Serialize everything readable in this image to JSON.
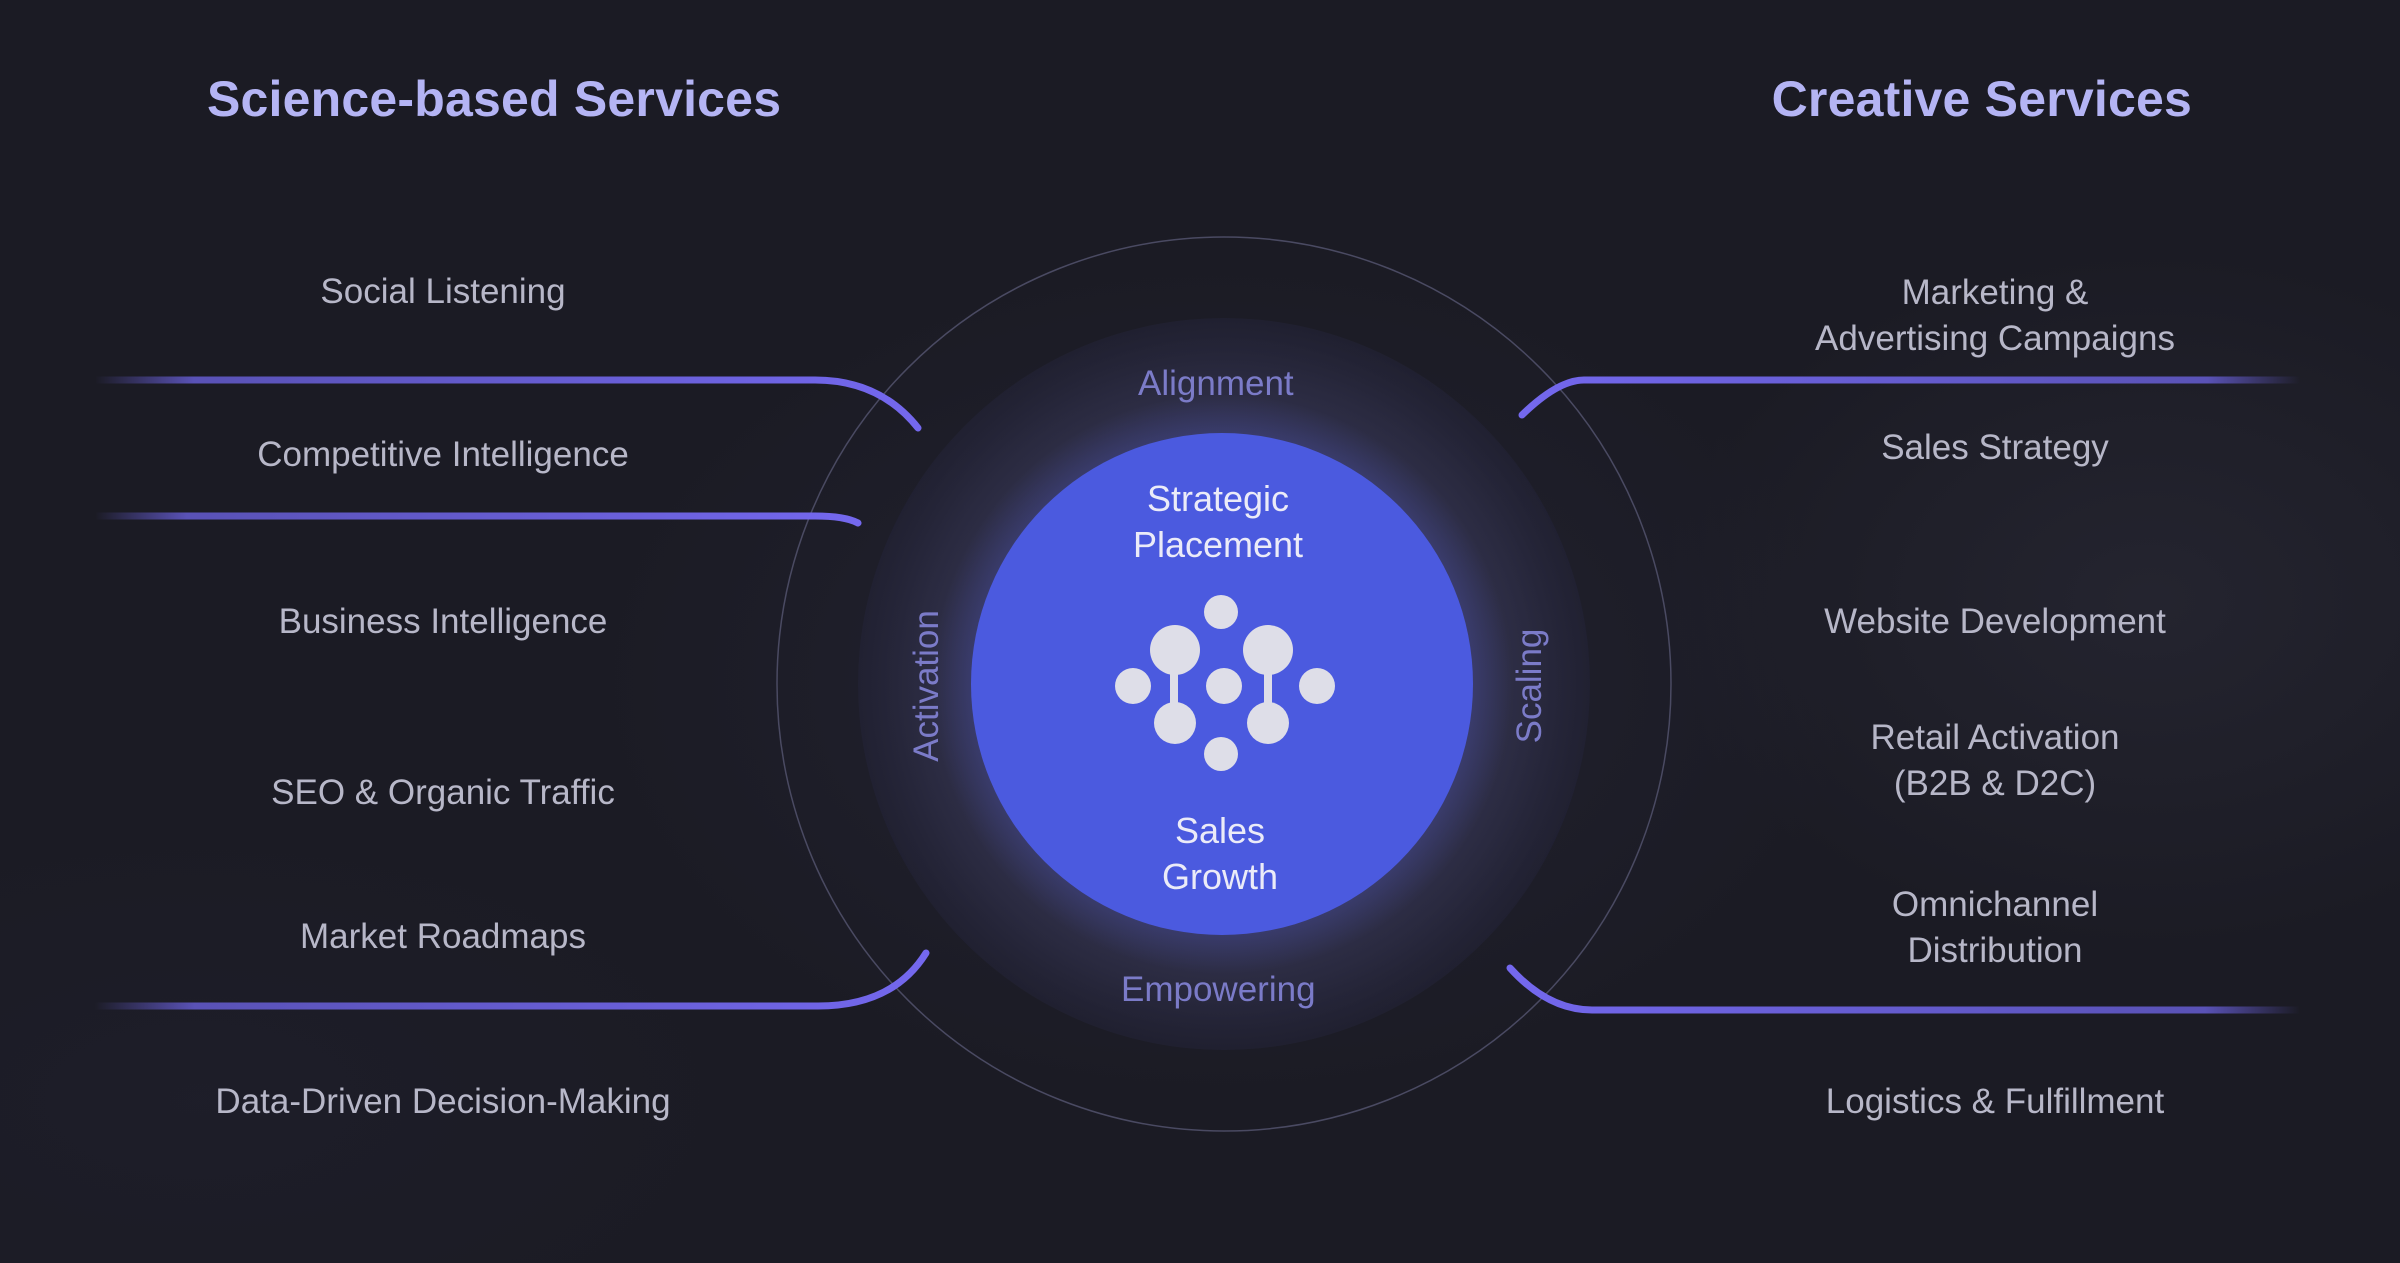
{
  "science_heading": "Science-based Services",
  "creative_heading": "Creative Services",
  "science_services": [
    [
      "Social Listening"
    ],
    [
      "Competitive Intelligence"
    ],
    [
      "Business Intelligence"
    ],
    [
      "SEO & Organic Traffic"
    ],
    [
      "Market Roadmaps"
    ],
    [
      "Data-Driven Decision-Making"
    ]
  ],
  "creative_services": [
    [
      "Marketing &",
      "Advertising Campaigns"
    ],
    [
      "Sales Strategy"
    ],
    [
      "Website Development"
    ],
    [
      "Retail Activation",
      "(B2B & D2C)"
    ],
    [
      "Omnichannel",
      "Distribution"
    ],
    [
      "Logistics & Fulfillment"
    ]
  ],
  "core": {
    "top": [
      "Strategic",
      "Placement"
    ],
    "bottom": [
      "Sales",
      "Growth"
    ],
    "icon": "molecule-network-icon"
  },
  "ring_labels": {
    "top": "Alignment",
    "bottom": "Empowering",
    "left": "Activation",
    "right": "Scaling"
  },
  "colors": {
    "heading": "#b4b4f4",
    "core": "#4b5adf",
    "line": "#6e64e6",
    "ring_label": "#7b7bc8",
    "background": "#1b1b24"
  }
}
